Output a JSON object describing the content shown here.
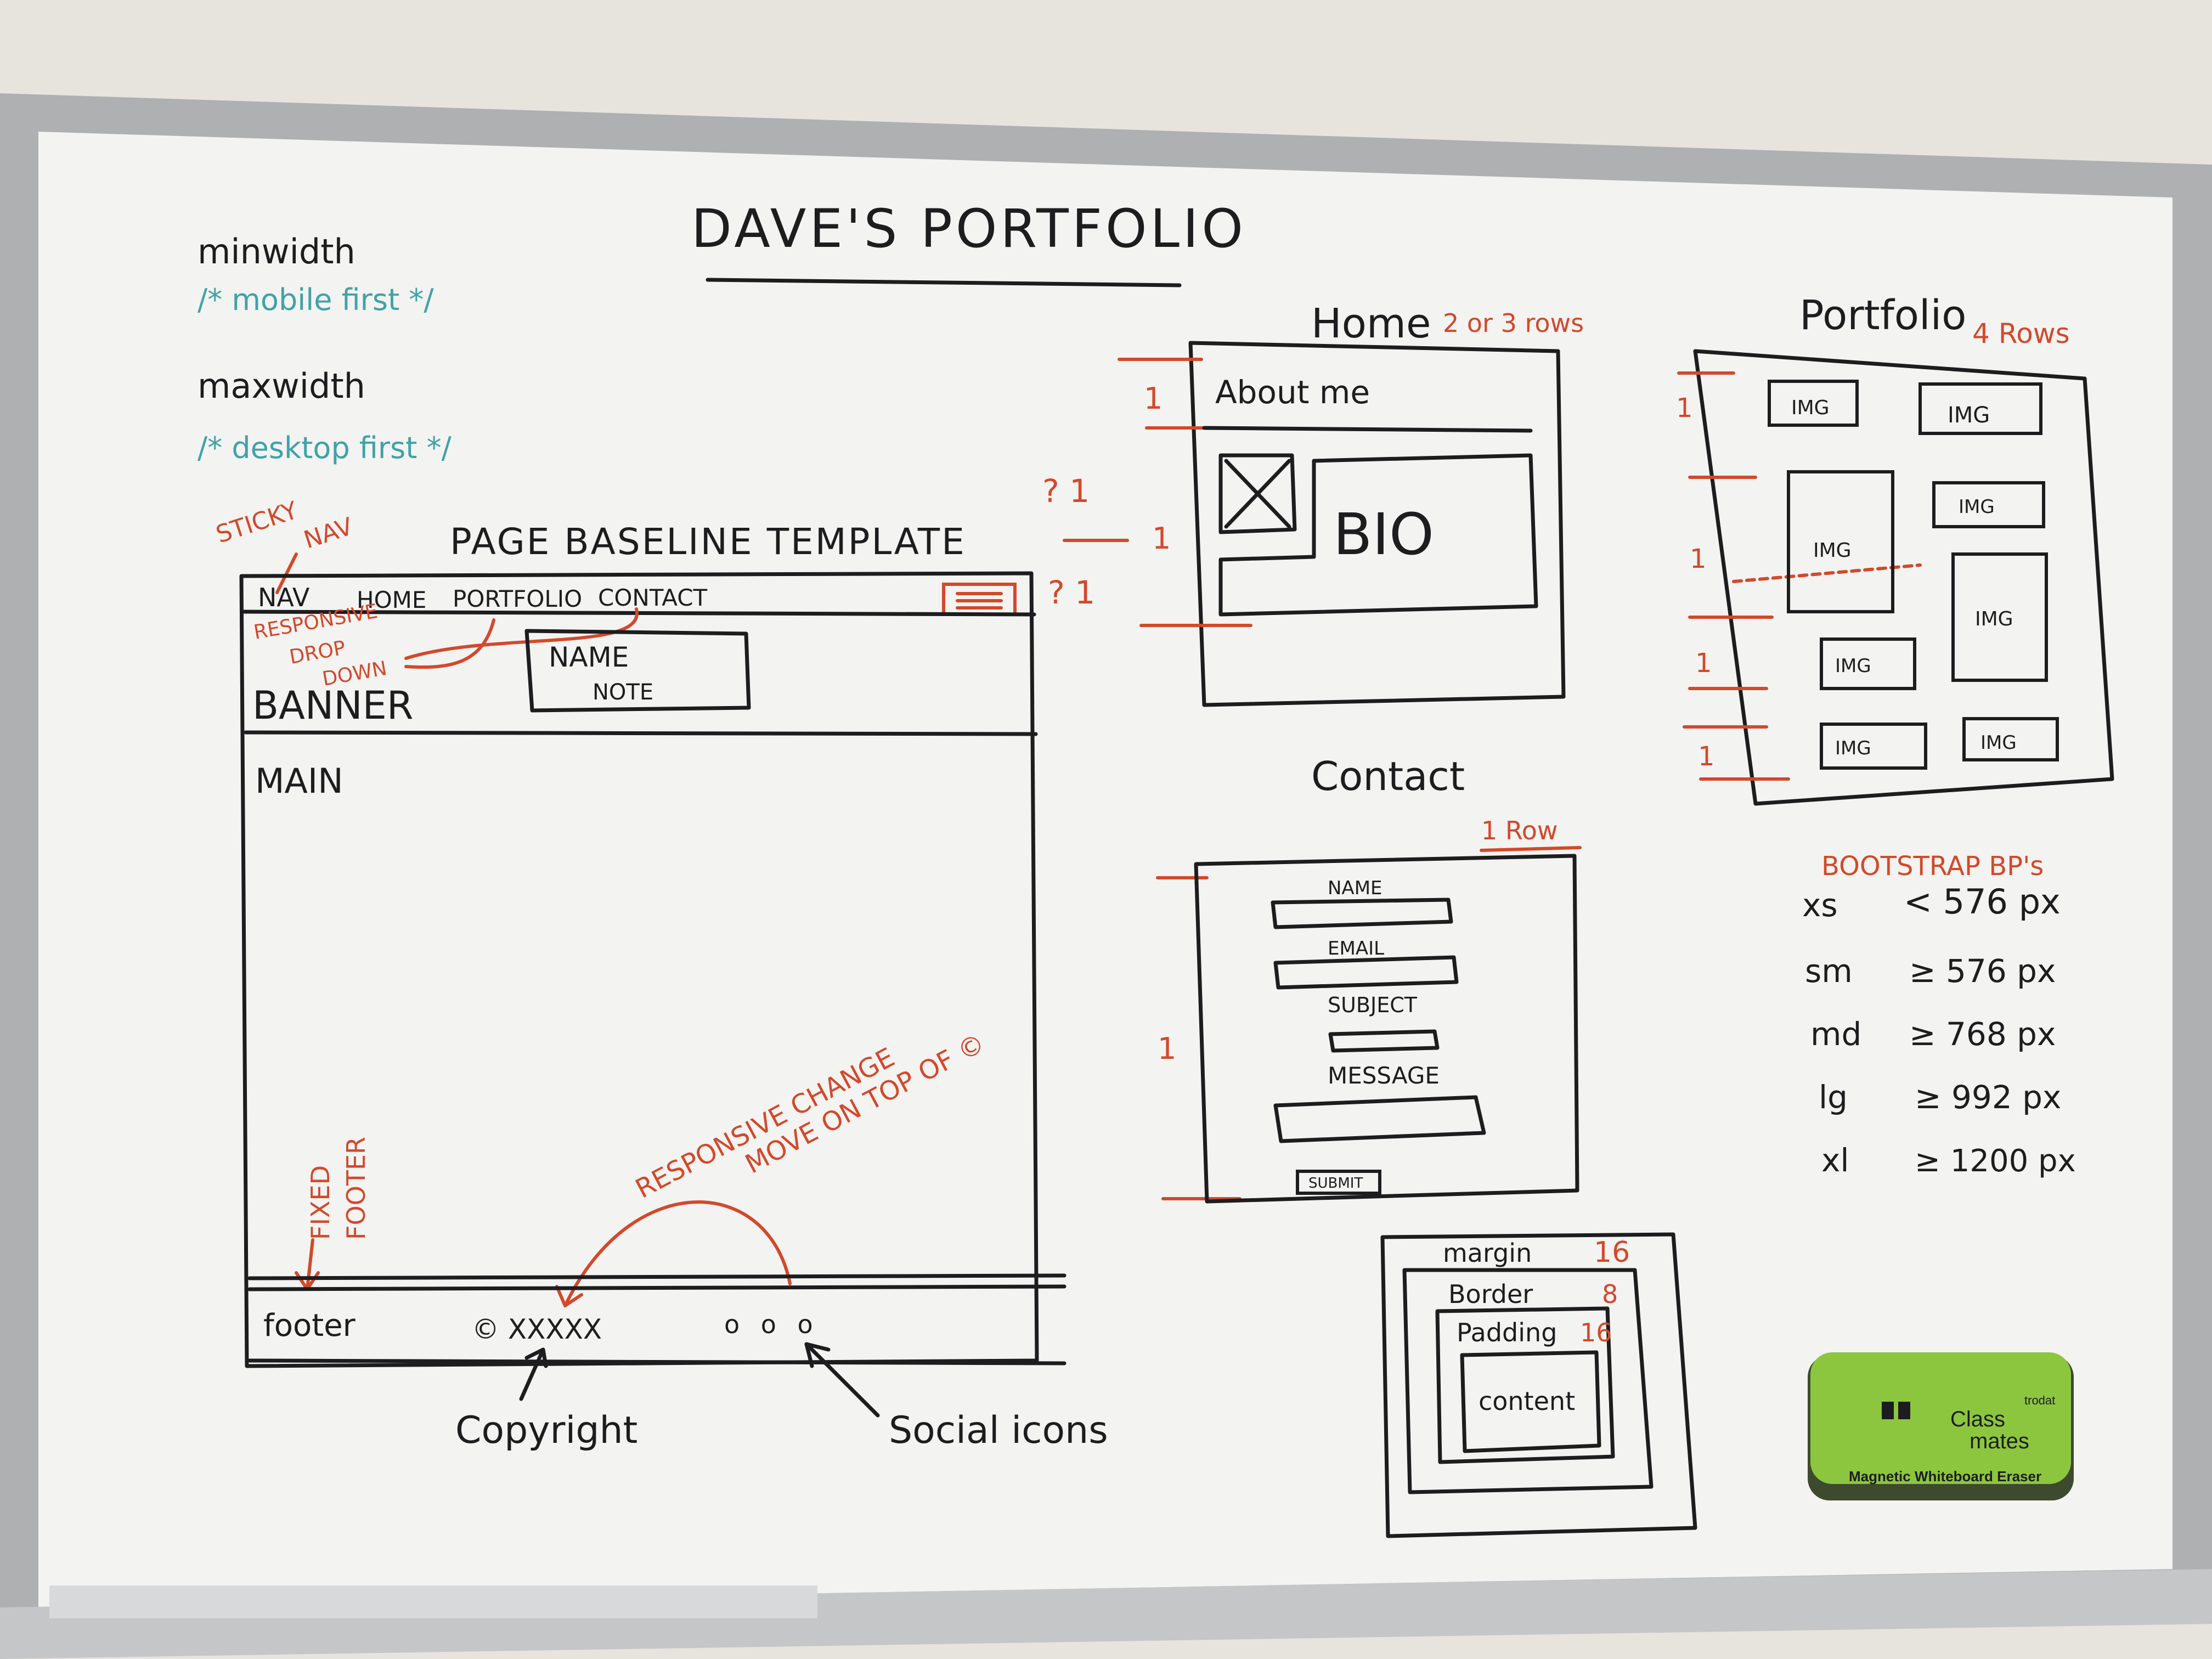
{
  "board": {
    "title": "DAVE'S PORTFOLIO",
    "minwidth_label": "minwidth",
    "minwidth_comment": "/* mobile first */",
    "maxwidth_label": "maxwidth",
    "maxwidth_comment": "/* desktop first */"
  },
  "template": {
    "heading": "PAGE BASELINE TEMPLATE",
    "sticky_nav_note": [
      "STICKY",
      "NAV"
    ],
    "nav_label": "NAV",
    "nav_links": [
      "HOME",
      "PORTFOLIO",
      "CONTACT"
    ],
    "responsive_dropdown_note": [
      "RESPONSIVE",
      "DROP",
      "DOWN"
    ],
    "question_marks": [
      "? 1",
      "? 1"
    ],
    "banner_label": "BANNER",
    "banner_name": "NAME",
    "banner_note": "NOTE",
    "main_label": "MAIN",
    "fixed_footer_note": [
      "FIXED",
      "FOOTER"
    ],
    "responsive_change_note": [
      "RESPONSIVE CHANGE",
      "MOVE ON TOP OF ©"
    ],
    "footer_label": "footer",
    "copyright_text": "© XXXXX",
    "social_dots": "o o o",
    "copyright_caption": "Copyright",
    "social_caption": "Social icons"
  },
  "home": {
    "title": "Home",
    "rows_note": "2 or 3 rows",
    "about_label": "About me",
    "bio_label": "BIO",
    "row_markers": [
      "1",
      "1"
    ]
  },
  "contact": {
    "title": "Contact",
    "rows_note": "1 Row",
    "fields": [
      "NAME",
      "EMAIL",
      "SUBJECT",
      "MESSAGE"
    ],
    "submit_label": "SUBMIT",
    "row_marker": "1"
  },
  "portfolio": {
    "title": "Portfolio",
    "rows_note": "4 Rows",
    "img_label": "IMG",
    "row_markers": [
      "1",
      "1",
      "1",
      "1"
    ]
  },
  "breakpoints": {
    "title": "BOOTSTRAP BP's",
    "items": [
      {
        "name": "xs",
        "rule": "< 576 px"
      },
      {
        "name": "sm",
        "rule": "≥ 576 px"
      },
      {
        "name": "md",
        "rule": "≥ 768 px"
      },
      {
        "name": "lg",
        "rule": "≥ 992 px"
      },
      {
        "name": "xl",
        "rule": "≥ 1200 px"
      }
    ]
  },
  "box_model": {
    "margin_label": "margin",
    "margin_value": "16",
    "border_label": "Border",
    "border_value": "8",
    "padding_label": "Padding",
    "padding_value": "16",
    "content_label": "content"
  },
  "eraser": {
    "brand": "trodat",
    "logo_line1": "Class",
    "logo_line2": "mates",
    "caption": "Magnetic Whiteboard Eraser"
  },
  "colors": {
    "ink_dark": "#1d1d1f",
    "ink_red": "#d2492b",
    "ink_teal": "#3fa3a8",
    "board_white": "#f4f4f2",
    "frame_silver": "#b9bbbd",
    "eraser_green": "#8cc63f"
  }
}
